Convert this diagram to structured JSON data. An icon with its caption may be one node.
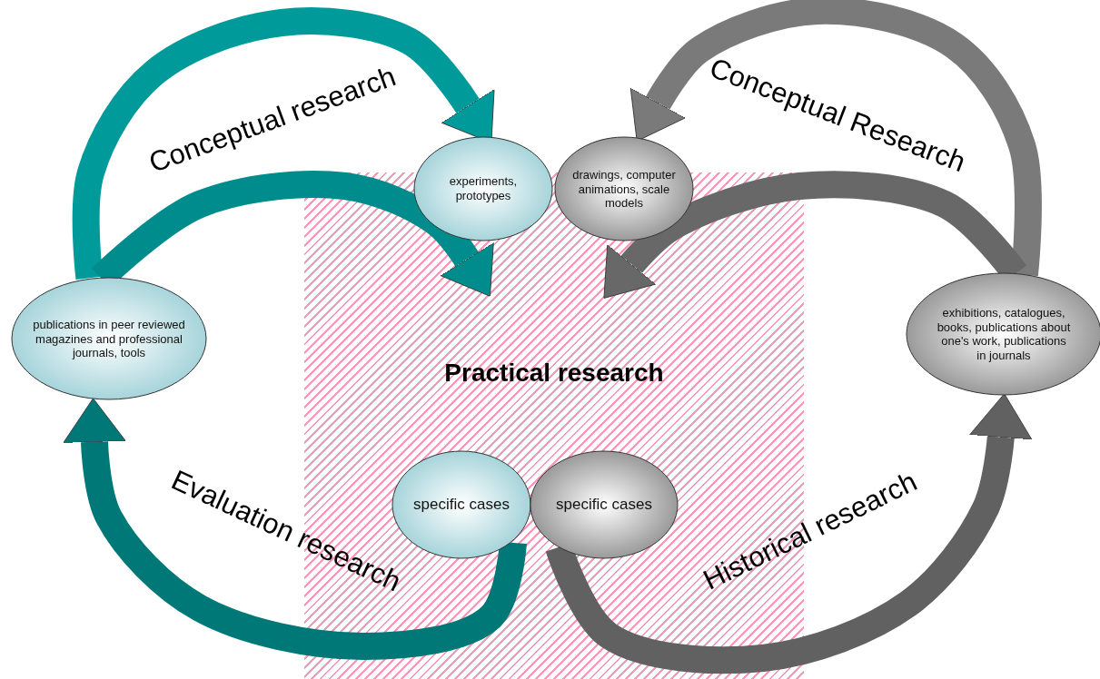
{
  "diagram": {
    "nodes": [
      {
        "text": [
          "Practical research"
        ]
      },
      {
        "text": [
          "experiments, prototypes"
        ]
      },
      {
        "text": [
          "drawings, computer animations, scale models"
        ]
      },
      {
        "text": [
          "publications in peer reviewed magazines and professional journals, tools"
        ]
      },
      {
        "text": [
          "exhibitions, catalogues, books, publications about one's work, publications in journals"
        ]
      },
      {
        "text": [
          "specific cases"
        ],
        "in": 0
      },
      {
        "text": [
          "specific cases"
        ],
        "in": 0
      }
    ],
    "edges": [
      {
        "from": 3,
        "to": 1,
        "arrow": "to",
        "label": "Conceptual research",
        "color": "#009a9a"
      },
      {
        "from": 3,
        "to": 0,
        "arrow": "to",
        "color": "#008c8c"
      },
      {
        "from": 4,
        "to": 2,
        "arrow": "to",
        "label": "Conceptual Research",
        "color": "#7a7a7a"
      },
      {
        "from": 4,
        "to": 0,
        "arrow": "to",
        "color": "#686868"
      },
      {
        "from": 5,
        "to": 3,
        "arrow": "to",
        "label": "Evaluation research",
        "color": "#007878"
      },
      {
        "from": 6,
        "to": 4,
        "arrow": "to",
        "label": "Historical research",
        "color": "#616161"
      }
    ]
  }
}
